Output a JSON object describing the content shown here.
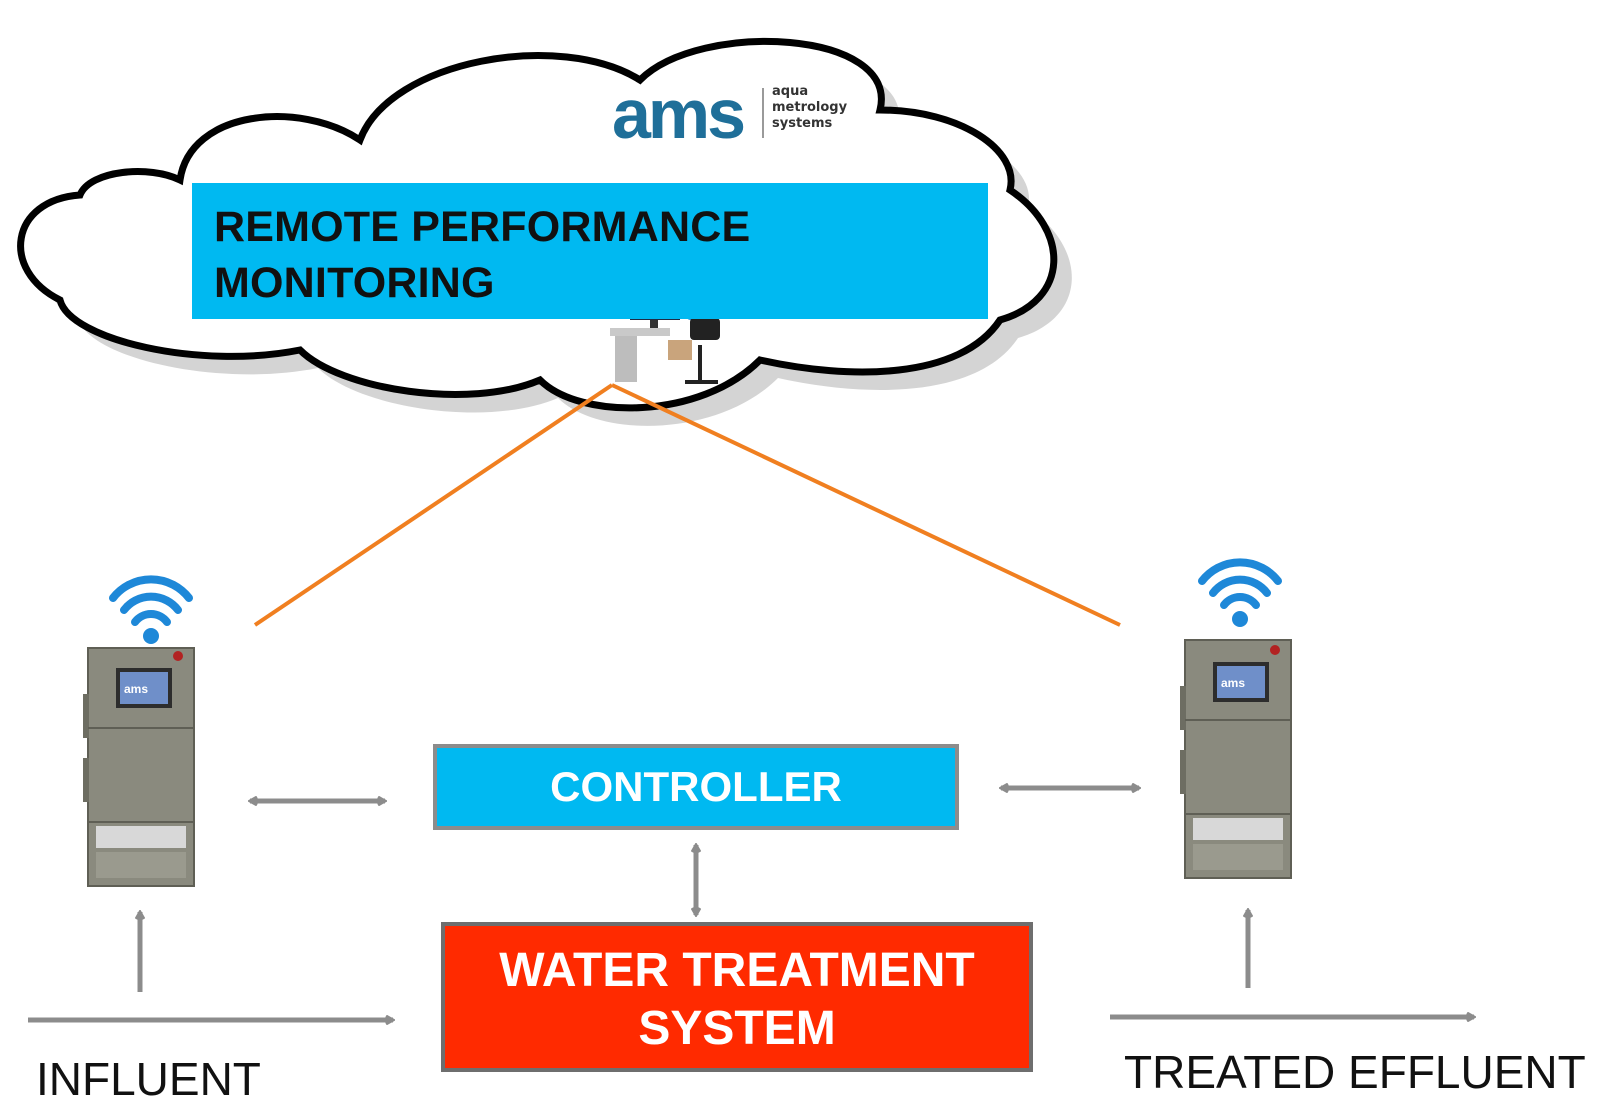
{
  "remote_monitoring": {
    "line1": "REMOTE PERFORMANCE",
    "line2": "MONITORING"
  },
  "logo": {
    "mark": "ams",
    "subtitle": [
      "aqua",
      "metrology",
      "systems"
    ]
  },
  "controller": {
    "label": "CONTROLLER"
  },
  "water_treatment": {
    "line1": "WATER TREATMENT",
    "line2": "SYSTEM"
  },
  "influent": {
    "label": "INFLUENT"
  },
  "effluent": {
    "label": "TREATED EFFLUENT"
  },
  "analyzer_screen_text": "ams",
  "colors": {
    "cloud_box": "#00b9f1",
    "controller_box": "#00b9f1",
    "treatment_box": "#ff2a00",
    "link_lines": "#f07f20",
    "arrows": "#8c8c8c",
    "wifi": "#1e88d8",
    "cabinet": "#8a8a7e"
  },
  "icons": [
    "cloud-icon",
    "operator-workstation-icon",
    "wifi-icon",
    "analyzer-cabinet-icon",
    "double-arrow-icon",
    "arrow-icon"
  ]
}
